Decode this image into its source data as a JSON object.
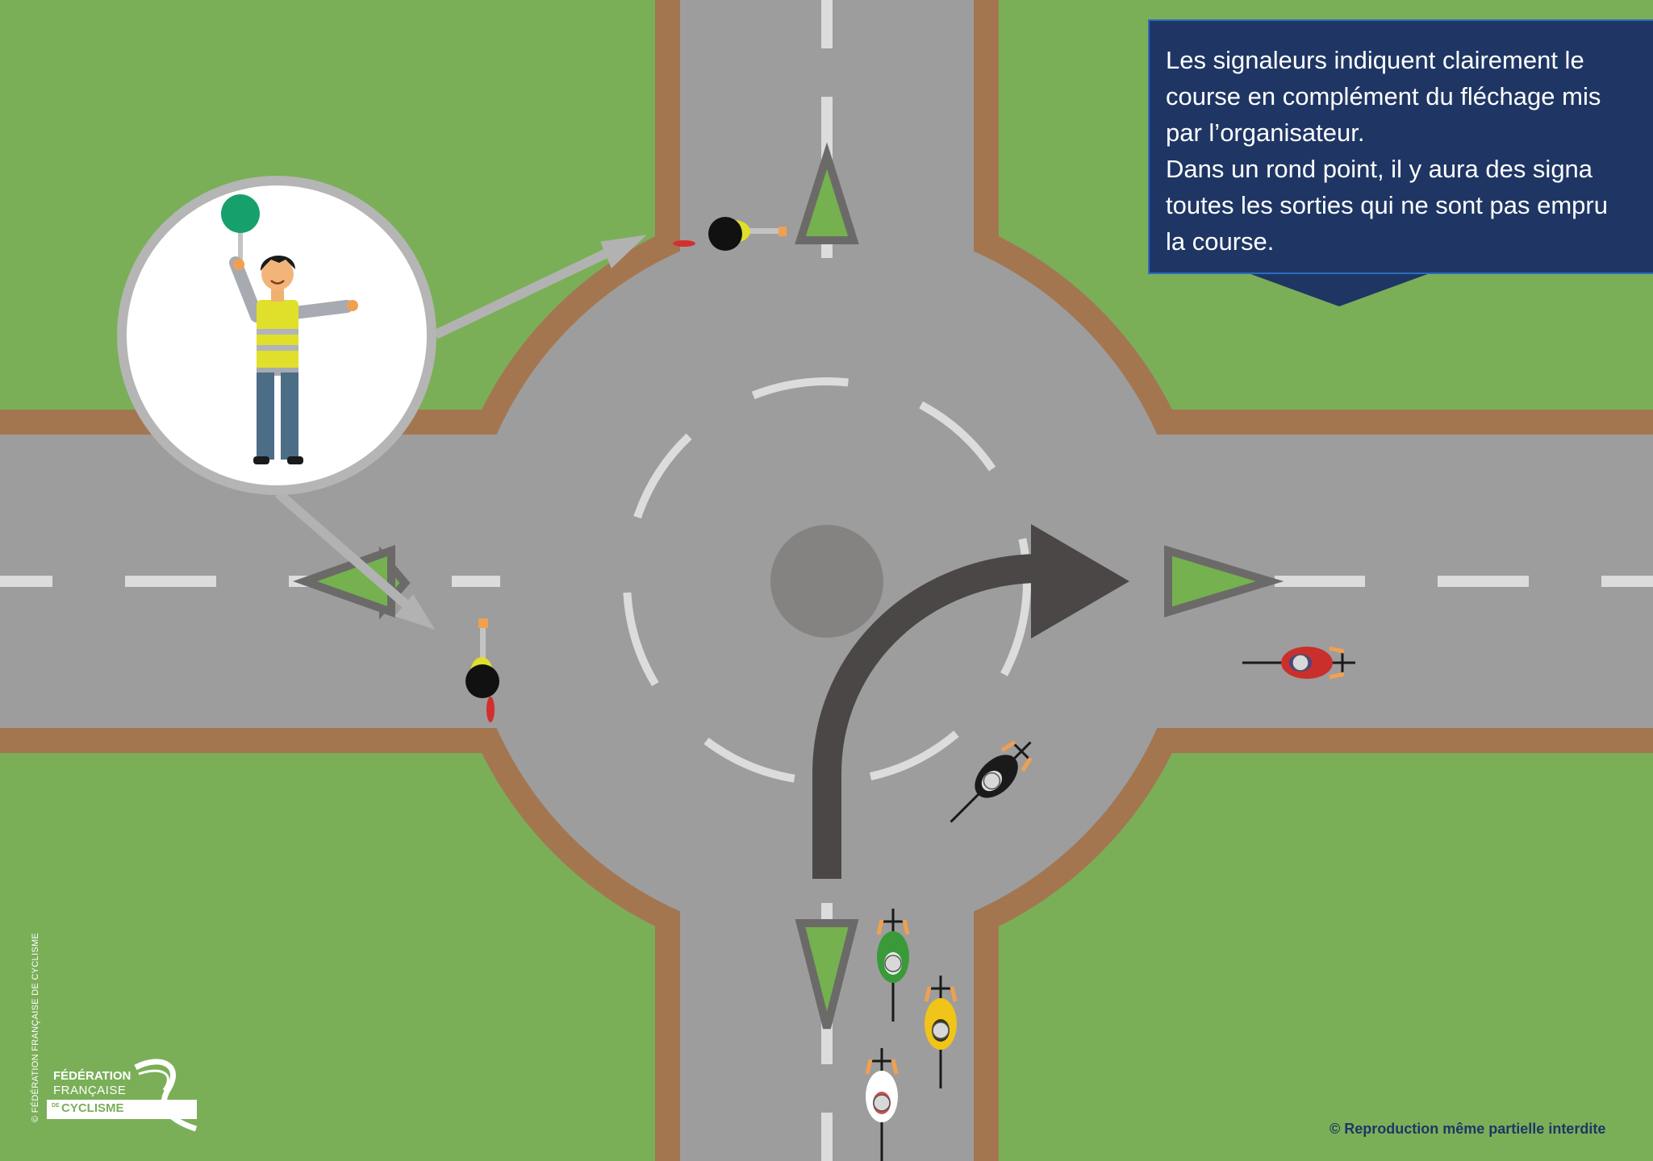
{
  "callout": {
    "lines": [
      "Les signaleurs indiquent clairement le",
      "course en complément du fléchage mis",
      "par l’organisateur.",
      "Dans un rond point, il y aura des signa",
      "toutes les sorties qui ne sont pas empru",
      "la course."
    ]
  },
  "side_credit": "© FÉDÉRATION FRANÇAISE DE CYCLISME",
  "logo": {
    "line1": "FÉDÉRATION",
    "line2": "FRANÇAISE",
    "prefix": "DE",
    "line3": "CYCLISME"
  },
  "copyright": "© Reproduction même partielle interdite",
  "colors": {
    "grass": "#7aaf58",
    "road": "#9d9d9d",
    "curb": "#a47650",
    "marking": "#dcdcdc",
    "triangle_fill": "#75b14f",
    "direction_arrow": "#4a4746",
    "callout_bg": "#1f3664",
    "signal_paddle": "#16a06c",
    "vest": "#e0e02a"
  },
  "icons": {
    "direction": "curved-right-arrow-icon",
    "triangles": "give-way-triangle-icon",
    "marshal": "marshal-with-paddle-icon",
    "cyclist": "cyclist-top-view-icon"
  },
  "cyclists": [
    {
      "jersey": "#c9302c",
      "accent": "#2a4aa0"
    },
    {
      "jersey": "#1a1a1a",
      "accent": "#ffffff"
    },
    {
      "jersey": "#3a9a3a",
      "accent": "#ffffff"
    },
    {
      "jersey": "#f0c419",
      "accent": "#1a1a1a"
    },
    {
      "jersey": "#ffffff",
      "accent": "#c9302c"
    }
  ]
}
